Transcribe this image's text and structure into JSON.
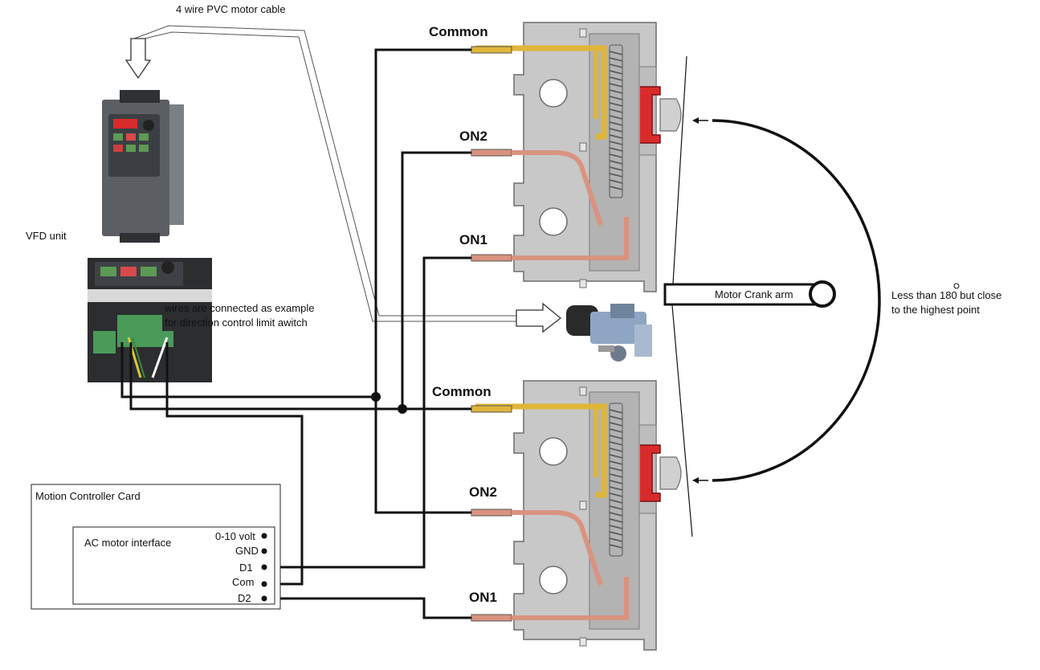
{
  "labels": {
    "cable": "4 wire PVC motor cable",
    "vfd_unit": "VFD unit",
    "wiring_note_1": "wires are connected as example",
    "wiring_note_2": "for direction control limit awitch",
    "crank_arm": "Motor Crank arm",
    "range_note_1": "Less than 180 but close",
    "range_note_2": "to the highest point"
  },
  "switch_top": {
    "common": "Common",
    "on2": "ON2",
    "on1": "ON1"
  },
  "switch_bottom": {
    "common": "Common",
    "on2": "ON2",
    "on1": "ON1"
  },
  "controller": {
    "title": "Motion Controller Card",
    "interface": "AC motor interface",
    "pins": [
      "0-10 volt",
      "GND",
      "D1",
      "Com",
      "D2"
    ]
  },
  "colors": {
    "wire": "#111111",
    "common_terminal": "#e0b63a",
    "on_terminal": "#d9937f",
    "switch_body": "#c8c8c8",
    "switch_outline": "#6d6d6d",
    "actuator_red": "#d92b2b",
    "vfd_body": "#5b5f63",
    "motor_body": "#8ea6c4"
  }
}
